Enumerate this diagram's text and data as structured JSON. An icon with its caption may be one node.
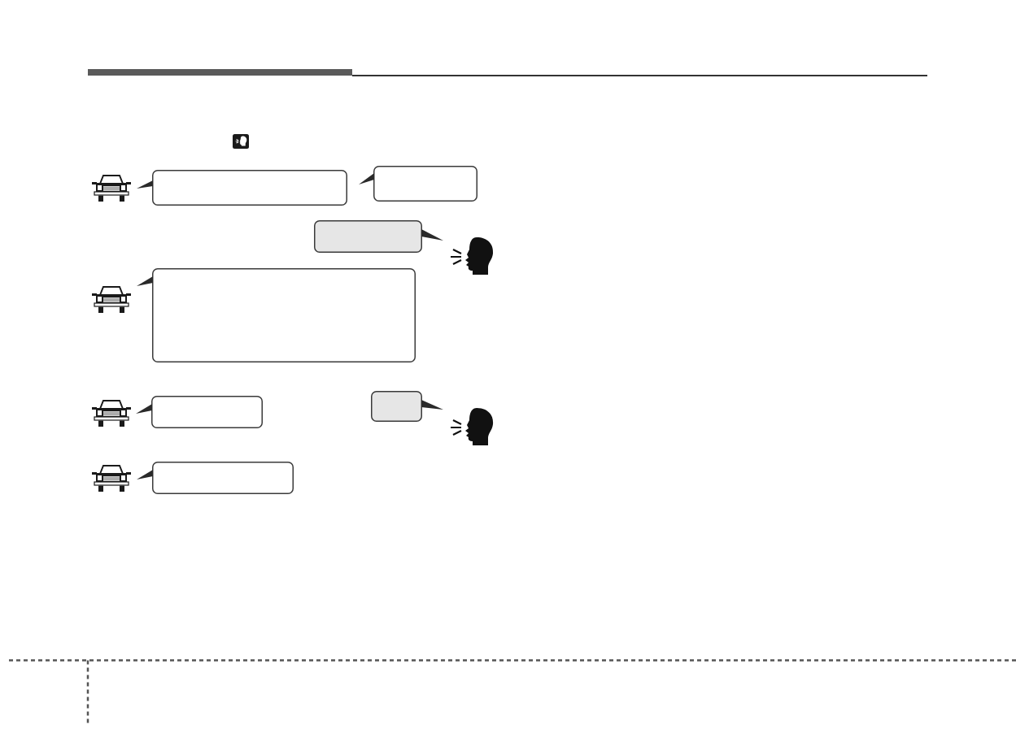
{
  "diagram": {
    "nodes": [
      {
        "text": [],
        "shape": "car"
      },
      {
        "text": [],
        "shape": "box"
      },
      {
        "text": [],
        "shape": "box"
      },
      {
        "text": [],
        "shape": "box"
      },
      {
        "text": [],
        "shape": "person"
      },
      {
        "text": [],
        "shape": "car"
      },
      {
        "text": [],
        "shape": "box"
      },
      {
        "text": [],
        "shape": "car"
      },
      {
        "text": [],
        "shape": "box"
      },
      {
        "text": [],
        "shape": "box"
      },
      {
        "text": [],
        "shape": "person"
      },
      {
        "text": [],
        "shape": "car"
      },
      {
        "text": [],
        "shape": "box"
      }
    ]
  }
}
